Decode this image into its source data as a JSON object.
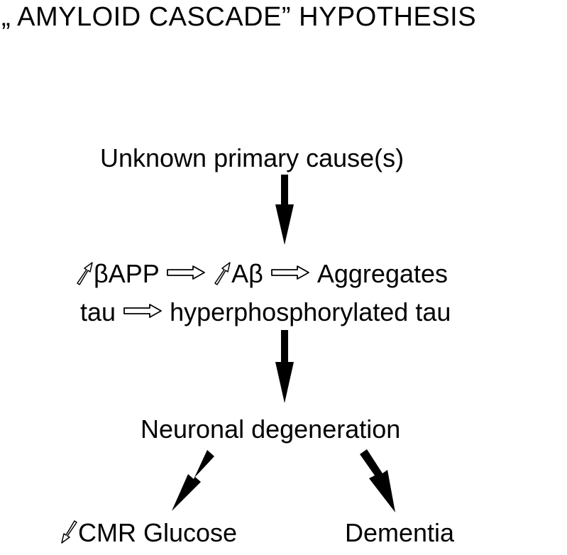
{
  "title": "„ AMYLOID CASCADE” HYPOTHESIS",
  "nodes": {
    "cause": "Unknown primary cause(s)",
    "bapp": "βAPP",
    "abeta": "Aβ",
    "aggregates": "Aggregates",
    "tau": "tau",
    "hyper_tau": "hyperphosphorylated tau",
    "degeneration": "Neuronal degeneration",
    "cmr": "CMR Glucose",
    "dementia": "Dementia"
  }
}
